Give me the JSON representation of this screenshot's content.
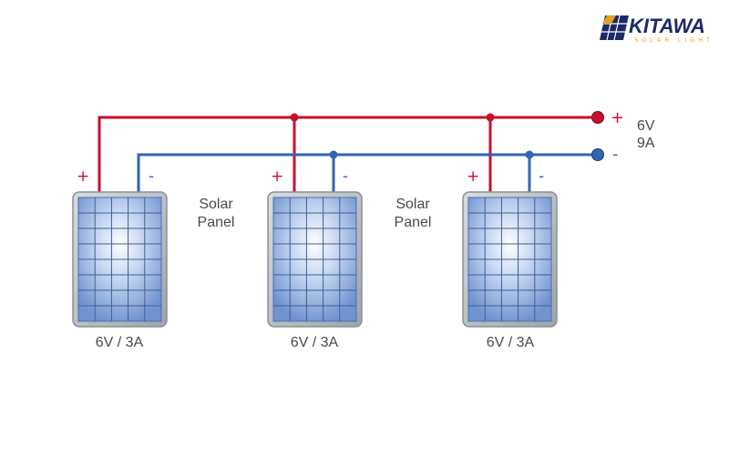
{
  "logo": {
    "name": "KITAWA",
    "tagline": "SOLAR LIGHT"
  },
  "panels": [
    {
      "rating": "6V / 3A",
      "plus": "+",
      "minus": "-"
    },
    {
      "rating": "6V / 3A",
      "plus": "+",
      "minus": "-"
    },
    {
      "rating": "6V / 3A",
      "plus": "+",
      "minus": "-"
    }
  ],
  "panel_labels": [
    {
      "line1": "Solar",
      "line2": "Panel"
    },
    {
      "line1": "Solar",
      "line2": "Panel"
    }
  ],
  "output": {
    "plus": "+",
    "minus": "-",
    "voltage": "6V",
    "current": "9A"
  },
  "colors": {
    "positive_wire": "#c8102e",
    "negative_wire": "#2f66b3",
    "brand_navy": "#1c2a66",
    "brand_gold": "#e3a21a",
    "panel_frame": "#8a9096",
    "panel_cell": "#8fb0e0"
  }
}
